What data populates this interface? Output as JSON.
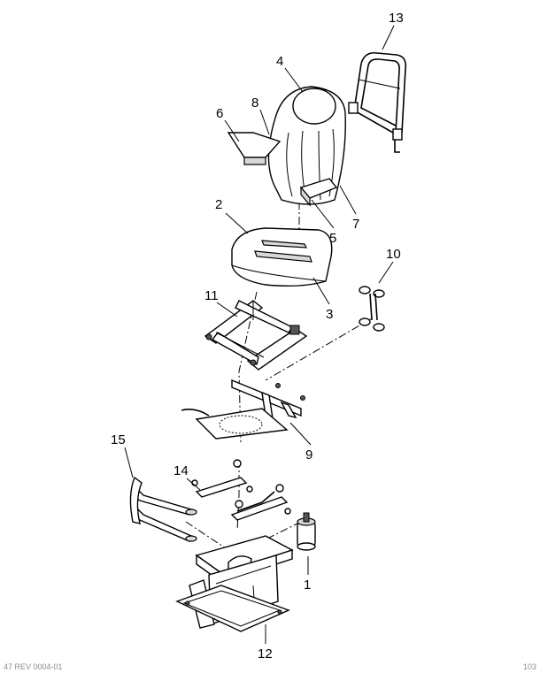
{
  "callouts": [
    {
      "id": "1",
      "label": "1"
    },
    {
      "id": "2",
      "label": "2"
    },
    {
      "id": "3",
      "label": "3"
    },
    {
      "id": "4",
      "label": "4"
    },
    {
      "id": "5",
      "label": "5"
    },
    {
      "id": "6",
      "label": "6"
    },
    {
      "id": "7",
      "label": "7"
    },
    {
      "id": "8",
      "label": "8"
    },
    {
      "id": "9",
      "label": "9"
    },
    {
      "id": "10",
      "label": "10"
    },
    {
      "id": "11",
      "label": "11"
    },
    {
      "id": "12",
      "label": "12"
    },
    {
      "id": "13",
      "label": "13"
    },
    {
      "id": "14",
      "label": "14"
    },
    {
      "id": "15",
      "label": "15"
    }
  ],
  "footer": {
    "left": "47 REV 0004-01",
    "right": "103"
  }
}
